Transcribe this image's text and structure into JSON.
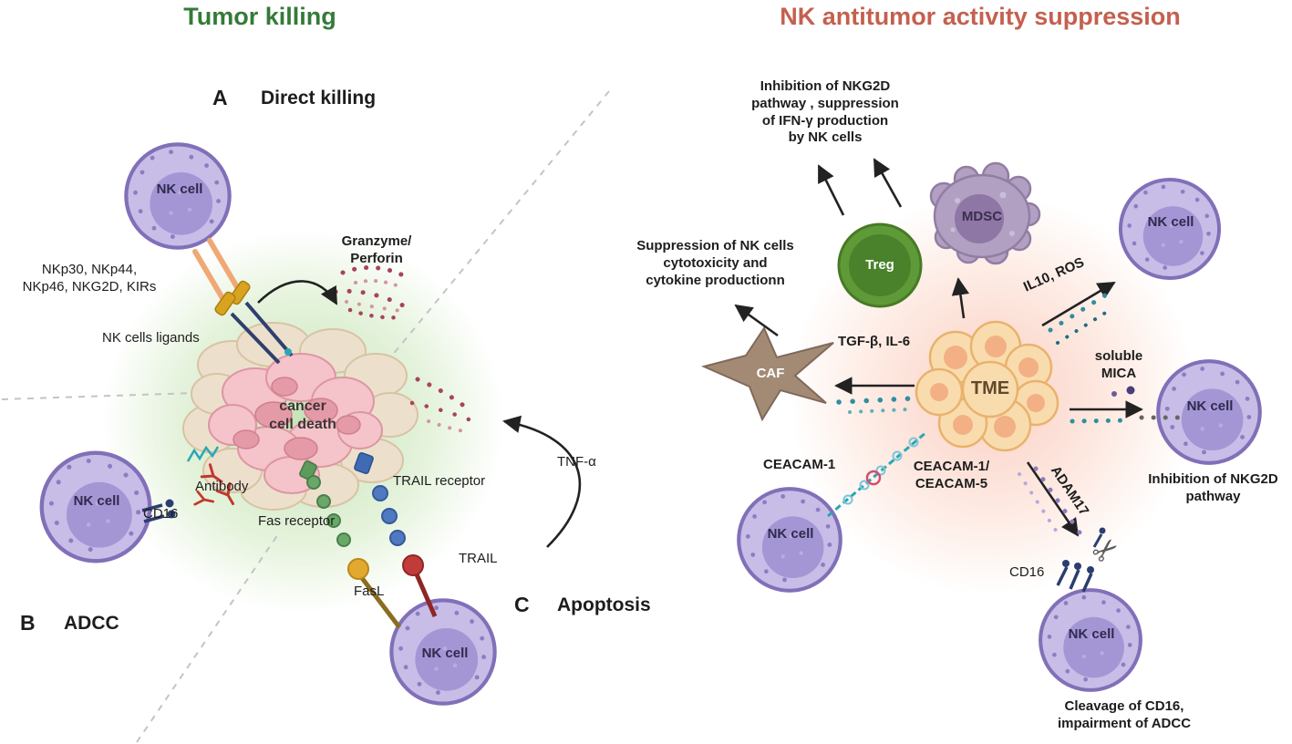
{
  "figure": {
    "left": {
      "title": "Tumor killing",
      "section_a_letter": "A",
      "section_a_label": "Direct killing",
      "section_b_letter": "B",
      "section_b_label": "ADCC",
      "section_c_letter": "C",
      "section_c_label": "Apoptosis",
      "nk_cell": "NK cell",
      "receptor_list": "NKp30, NKp44,\nNKp46, NKG2D, KIRs",
      "ligands": "NK cells ligands",
      "granzyme": "Granzyme/\nPerforin",
      "cancer_death": "cancer\ncell death",
      "antibody": "Antibody",
      "cd16": "CD16",
      "fas_receptor": "Fas receptor",
      "fasl": "FasL",
      "trail_receptor": "TRAIL receptor",
      "trail": "TRAIL",
      "tnf": "TNF-α"
    },
    "right": {
      "title": "NK antitumor activity suppression",
      "annotation_top": "Inhibition of NKG2D\npathway , suppression\nof IFN-γ production\nby NK cells",
      "annotation_left": "Suppression of NK cells\ncytotoxicity and\ncytokine productionn",
      "treg": "Treg",
      "mdsc": "MDSC",
      "caf": "CAF",
      "tme": "TME",
      "nk_cell": "NK cell",
      "tgf_il6": "TGF-β,  IL-6",
      "il10_ros": "IL10, ROS",
      "soluble_mica": "soluble\nMICA",
      "inhibition_nkg2d": "Inhibition of NKG2D\npathway",
      "ceacam1": "CEACAM-1",
      "ceacam1_5": "CEACAM-1/\nCEACAM-5",
      "adam17": "ADAM17",
      "cd16": "CD16",
      "cleavage": "Cleavage of CD16,\nimpairment of ADCC"
    },
    "icons": {
      "scissors": "✂"
    },
    "colors": {
      "title_left": "#357a38",
      "title_right": "#c4604e",
      "nk_cell_fill": "#c7bde7",
      "treg_fill": "#5f9a38",
      "mdsc_fill": "#b2a0c2",
      "caf_fill": "#a28a75",
      "tme_fill": "#f9dcae"
    }
  }
}
